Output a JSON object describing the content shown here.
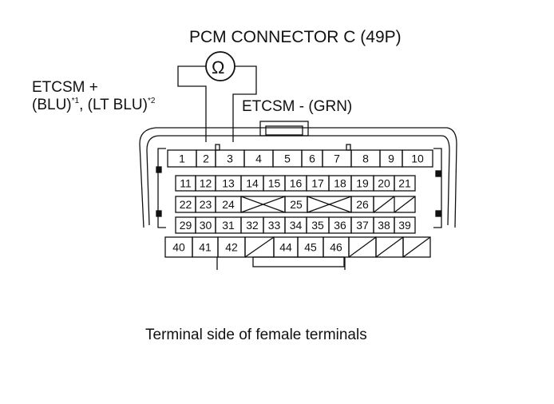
{
  "title": "PCM CONNECTOR C (49P)",
  "ohm_symbol": "Ω",
  "probe_plus": {
    "line1": "ETCSM +",
    "color1": "(BLU)",
    "note1": "*1",
    "sep": ", ",
    "color2": "(LT BLU)",
    "note2": "*2"
  },
  "probe_minus": "ETCSM -  (GRN)",
  "caption": "Terminal side of female terminals",
  "rows": [
    [
      "1",
      "2",
      "3",
      "4",
      "5",
      "6",
      "7",
      "8",
      "9",
      "10"
    ],
    [
      "11",
      "12",
      "13",
      "14",
      "15",
      "16",
      "17",
      "18",
      "19",
      "20",
      "21"
    ],
    [
      "22",
      "23",
      "24",
      "",
      "25",
      "",
      "26",
      ""
    ],
    [
      "29",
      "30",
      "31",
      "32",
      "33",
      "34",
      "35",
      "36",
      "37",
      "38",
      "39"
    ],
    [
      "40",
      "41",
      "42",
      "",
      "44",
      "45",
      "46",
      "",
      "",
      ""
    ]
  ]
}
